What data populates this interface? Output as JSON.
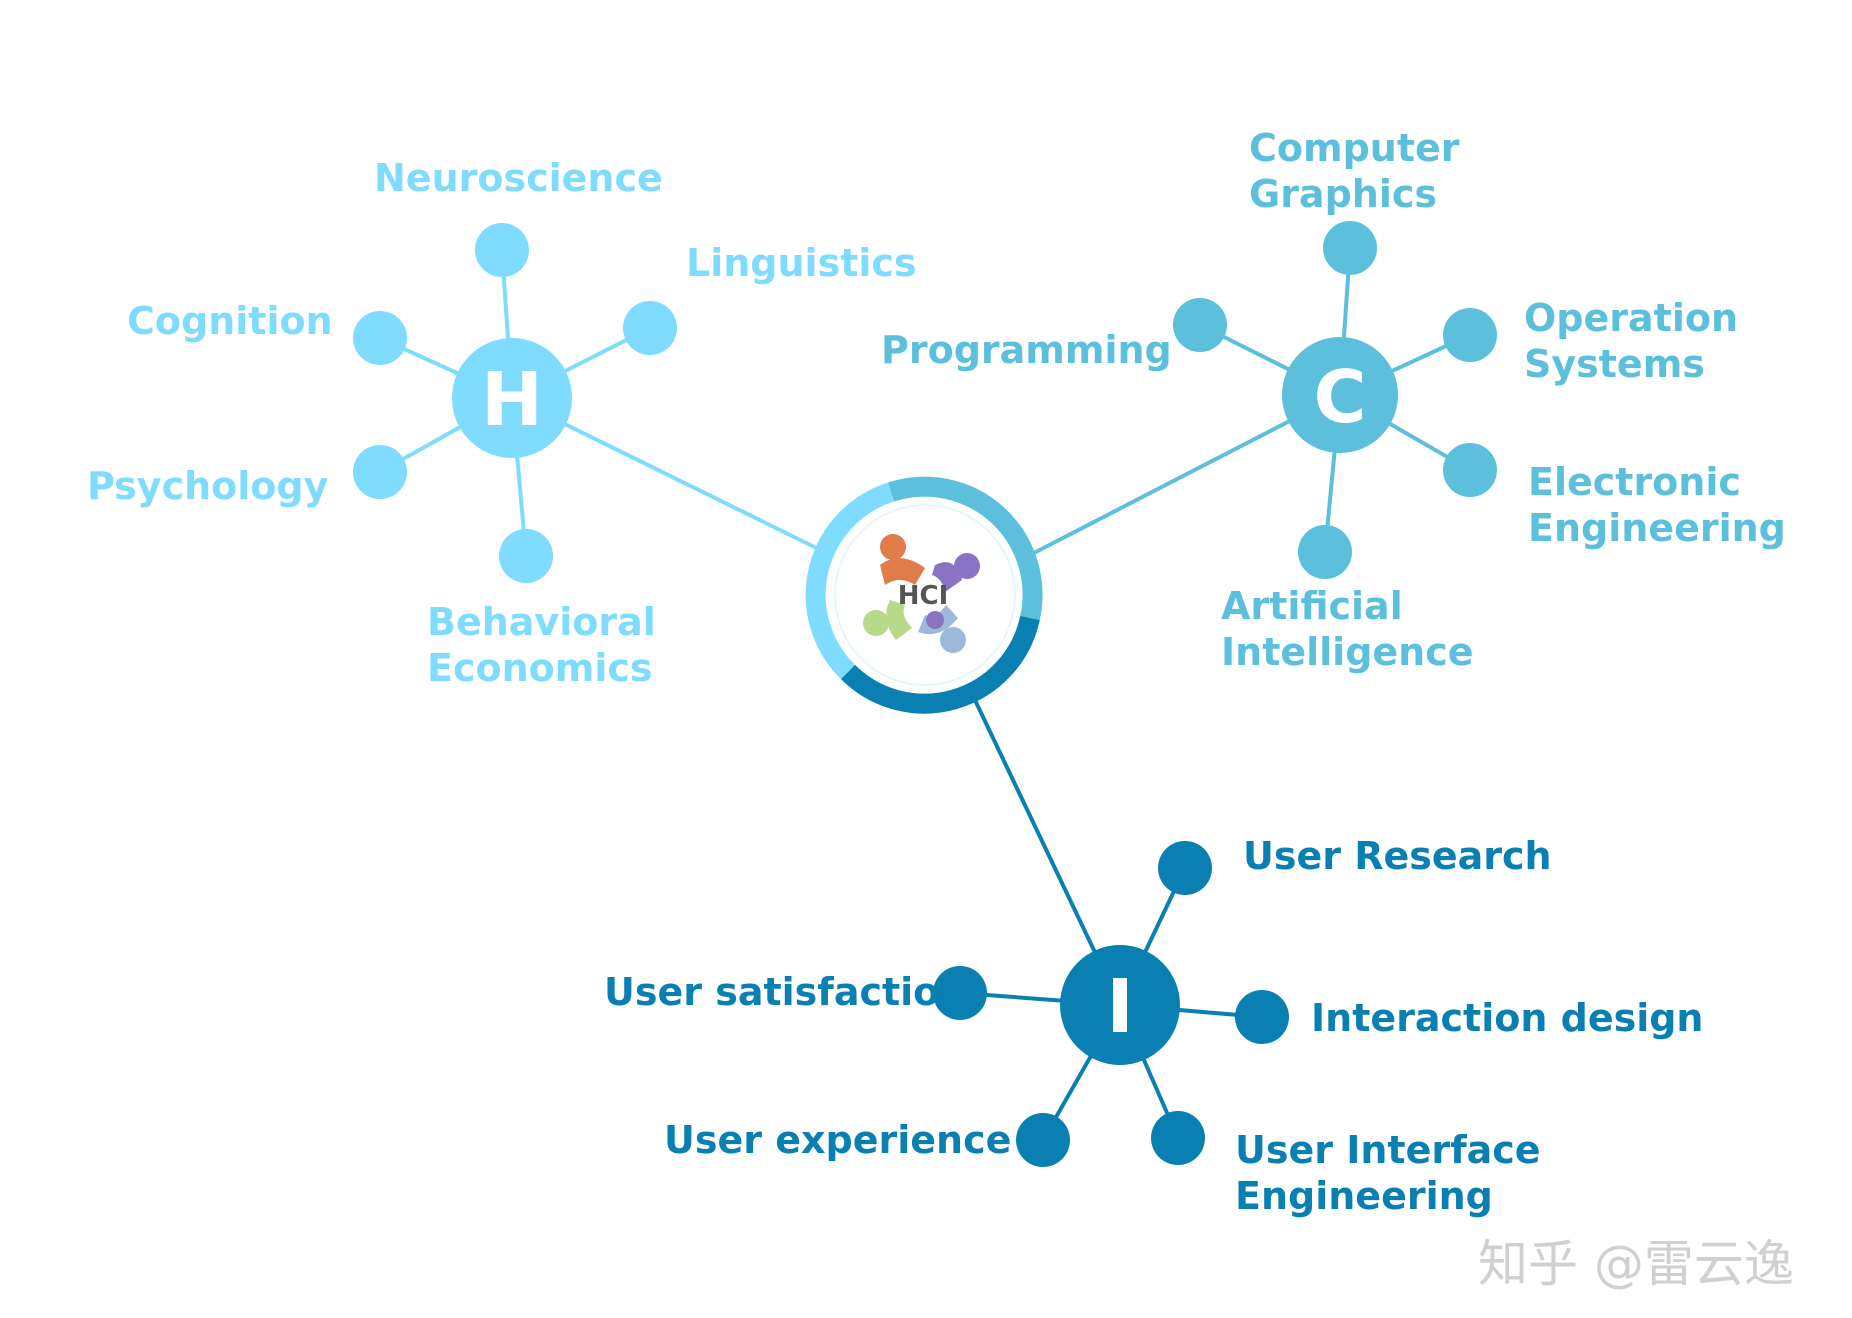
{
  "center": {
    "text": "HCI"
  },
  "hubs": {
    "h": {
      "letter": "H",
      "color": "#7fdcff"
    },
    "c": {
      "letter": "C",
      "color": "#5cbfdc"
    },
    "i": {
      "letter": "I",
      "color": "#0a7fb2"
    }
  },
  "labels": {
    "neuroscience": "Neuroscience",
    "linguistics": "Linguistics",
    "cognition": "Cognition",
    "psychology": "Psychology",
    "behavioral_1": "Behavioral",
    "behavioral_2": "Economics",
    "computer_1": "Computer",
    "computer_2": "Graphics",
    "programming": "Programming",
    "operation_1": "Operation",
    "operation_2": "Systems",
    "electronic_1": "Electronic",
    "electronic_2": "Engineering",
    "ai_1": "Artificial",
    "ai_2": "Intelligence",
    "user_research": "User Research",
    "user_satisfaction": "User satisfaction",
    "interaction_design": "Interaction design",
    "user_experience": "User experience",
    "uie_1": "User Interface",
    "uie_2": "Engineering"
  },
  "watermark": "知乎 @雷云逸",
  "colors": {
    "human": "#7fdcff",
    "computer": "#5cbfdc",
    "interaction": "#0a7fb2",
    "ring_light": "#7fdcff",
    "ring_mid": "#5cbfdc",
    "ring_dark": "#0a7fb2"
  }
}
